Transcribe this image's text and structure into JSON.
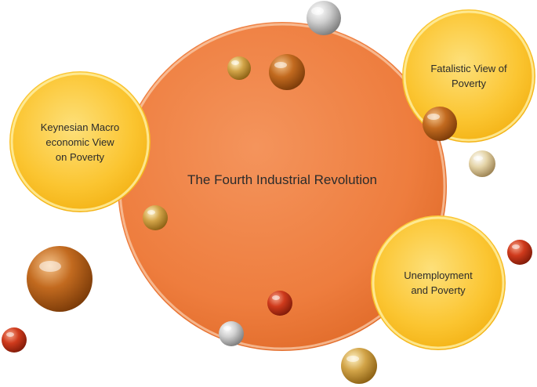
{
  "diagram": {
    "center_circle": {
      "text": "The Fourth Industrial Revolution",
      "color": "#ee7d3e"
    },
    "outer_circles": [
      {
        "text": "Keynesian Macro\neconomic View\non Poverty",
        "color": "#fbc531"
      },
      {
        "text": "Fatalistic View of\nPoverty",
        "color": "#fbc531"
      },
      {
        "text": "Unemployment\nand Poverty",
        "color": "#fbc531"
      }
    ],
    "decorative_bubbles": {
      "palette": {
        "silver": "#c9c9c9",
        "gold": "#c79a3c",
        "bronze": "#c26a1f",
        "red": "#cf3a1c"
      }
    }
  }
}
